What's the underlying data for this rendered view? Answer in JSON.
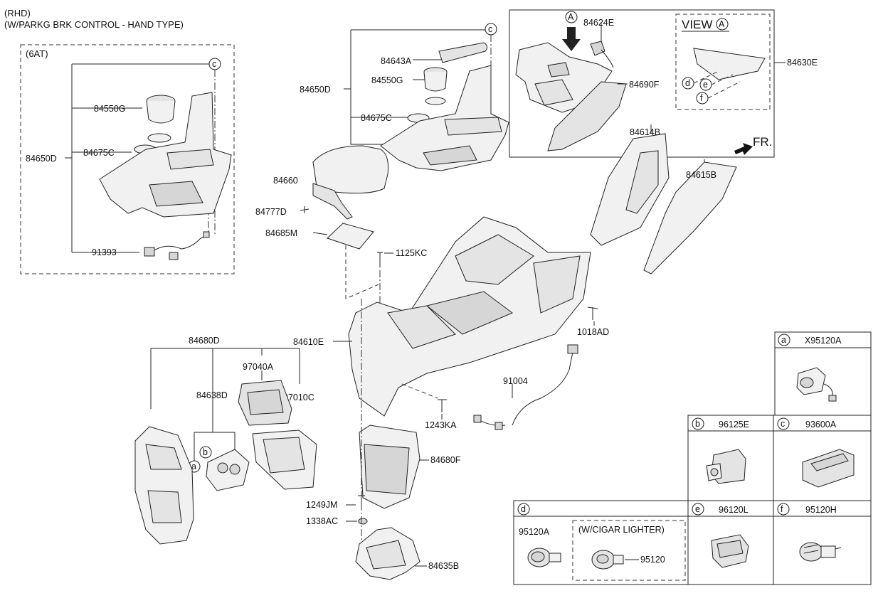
{
  "header": {
    "line1": "(RHD)",
    "line2": "(W/PARKG BRK CONTROL - HAND TYPE)"
  },
  "inset_6at": {
    "title": "(6AT)",
    "callout": "c",
    "labels": [
      "84550G",
      "84675C",
      "84650D",
      "91393"
    ]
  },
  "upper_console": {
    "callout": "c",
    "labels": [
      "84643A",
      "84550G",
      "84650D",
      "84675C",
      "84660",
      "84777D",
      "84685M",
      "1125KC"
    ]
  },
  "view_a": {
    "marker": "A",
    "view_title": "VIEW",
    "labels": [
      "84624E",
      "84690F",
      "84630E"
    ],
    "sub_callouts": [
      "d",
      "e",
      "f"
    ]
  },
  "side_parts": {
    "labels": [
      "84614B",
      "84615B"
    ],
    "direction": "FR."
  },
  "main_console": {
    "labels": [
      "84610E",
      "1018AD",
      "91004",
      "1243KA",
      "84680F",
      "1249JM",
      "1338AC",
      "84635B"
    ]
  },
  "switch_panel": {
    "labels": [
      "84680D",
      "97040A",
      "84638D",
      "97010C"
    ],
    "callouts": [
      "b",
      "a"
    ]
  },
  "table": {
    "a": {
      "letter": "a",
      "part": "X95120A"
    },
    "b": {
      "letter": "b",
      "part": "96125E"
    },
    "c": {
      "letter": "c",
      "part": "93600A"
    },
    "d": {
      "letter": "d",
      "part_left": "95120A",
      "note": "(W/CIGAR LIGHTER)",
      "part_right": "95120"
    },
    "e": {
      "letter": "e",
      "part": "96120L"
    },
    "f": {
      "letter": "f",
      "part": "95120H"
    }
  },
  "colors": {
    "line": "#222222",
    "part_fill": "#f1f1f1",
    "shade": "#d6d6d6"
  }
}
